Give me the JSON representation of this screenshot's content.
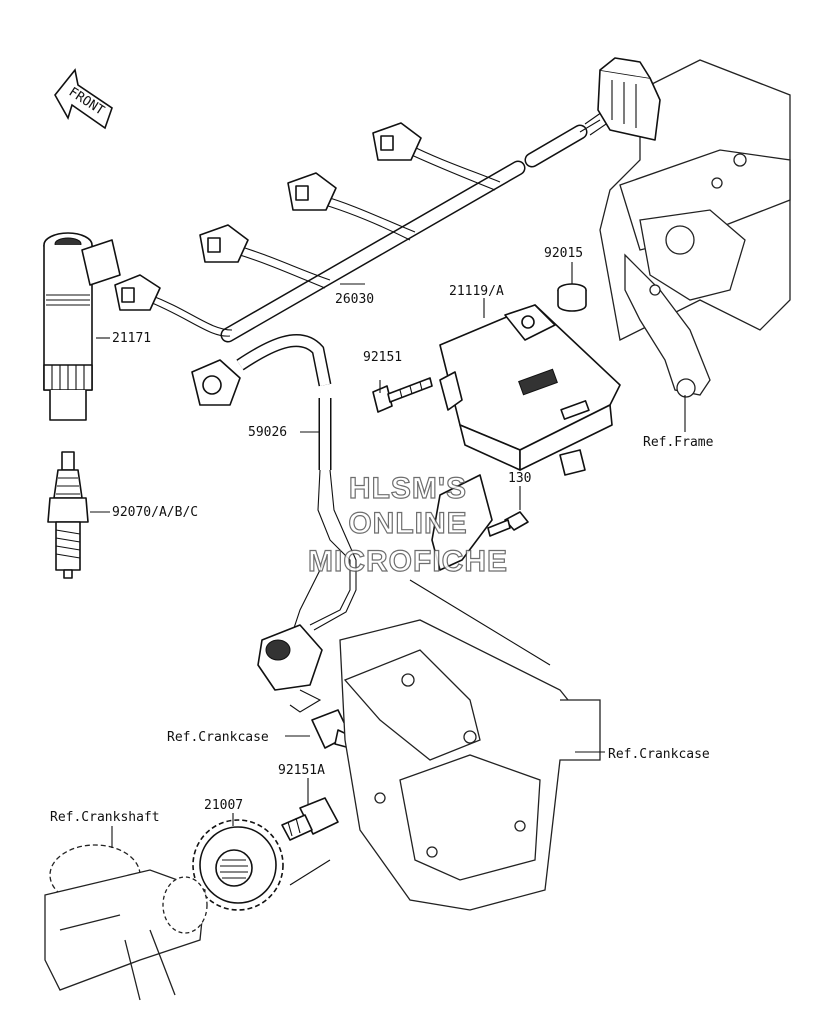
{
  "front_arrow": {
    "text": "FRONT"
  },
  "labels": {
    "harness": "26030",
    "ignition_coil": "21171",
    "spark_plug": "92070/A/B/C",
    "sub_harness": "59026",
    "ecu_unit": "21119/A",
    "bolt_92151": "92151",
    "spacer": "92015",
    "bolt_130": "130",
    "ref_frame": "Ref.Frame",
    "ref_crankcase_left": "Ref.Crankcase",
    "ref_crankcase_right": "Ref.Crankcase",
    "rotor": "21007",
    "bolt_92151a": "92151A",
    "ref_crankshaft": "Ref.Crankshaft"
  },
  "watermark": {
    "line1": "HLSM'S",
    "line2": "ONLINE",
    "line3": "MICROFICHE"
  }
}
